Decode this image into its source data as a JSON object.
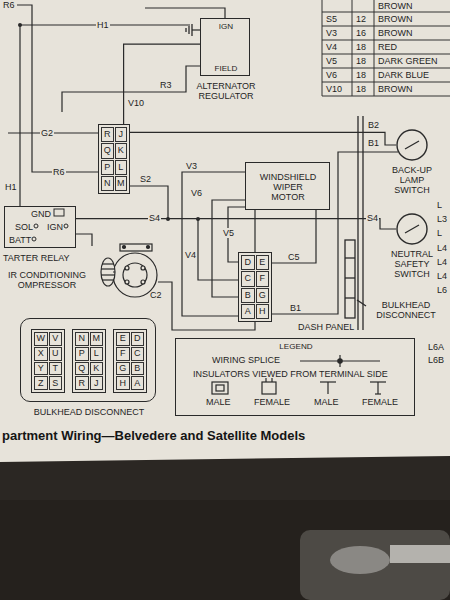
{
  "diagram": {
    "caption": "partment Wiring—Belvedere and Satellite Models",
    "nodes": [
      {
        "text": [
          "IGN",
          "FIELD",
          "ALTERNATOR REGULATOR"
        ]
      },
      {
        "text": [
          "R",
          "J",
          "Q",
          "K",
          "P",
          "L",
          "N",
          "M"
        ]
      },
      {
        "text": [
          "BACK-UP LAMP SWITCH"
        ]
      },
      {
        "text": [
          "WINDSHIELD WIPER MOTOR"
        ]
      },
      {
        "text": [
          "GND",
          "SOL",
          "IGN",
          "BATT",
          "TARTER RELAY"
        ]
      },
      {
        "text": [
          "NEUTRAL SAFETY SWITCH"
        ]
      },
      {
        "text": [
          "D",
          "E",
          "C",
          "F",
          "B",
          "G",
          "A",
          "H"
        ]
      },
      {
        "text": [
          "BULKHEAD DISCONNECT"
        ]
      },
      {
        "text": [
          "W",
          "V",
          "X",
          "U",
          "Y",
          "T",
          "Z",
          "S"
        ],
        "in": 7
      },
      {
        "text": [
          "N",
          "M",
          "P",
          "L",
          "Q",
          "K",
          "R",
          "J"
        ],
        "in": 7
      },
      {
        "text": [
          "E",
          "D",
          "F",
          "C",
          "G",
          "B",
          "H",
          "A"
        ],
        "in": 7
      },
      {
        "text": [
          "LEGEND"
        ]
      }
    ],
    "edges": [
      {
        "from": 3,
        "to": 6,
        "arrow": "none"
      },
      {
        "from": 1,
        "to": 0,
        "arrow": "none"
      },
      {
        "from": 4,
        "to": 5,
        "label": "S4",
        "arrow": "none"
      },
      {
        "from": 1,
        "to": 2,
        "arrow": "none"
      }
    ],
    "labels": [
      "R6",
      "H1",
      "R3",
      "V10",
      "G2",
      "R6",
      "S2",
      "H1",
      "S4",
      "V3",
      "V6",
      "V5",
      "V4",
      "C5",
      "B1",
      "C2",
      "B2",
      "B1",
      "DASH PANEL",
      "BULKHEAD DISCONNECT",
      "IR CONDITIONING OMPRESSOR",
      "INSULATORS VIEWED FROM TERMINAL SIDE",
      "L",
      "L3",
      "L",
      "L4",
      "L4",
      "L4",
      "L6",
      "L6A",
      "L6B",
      "BROWN",
      "S5",
      "12",
      "BROWN",
      "V3",
      "16",
      "BROWN",
      "V4",
      "18",
      "RED",
      "V5",
      "18",
      "DARK GREEN",
      "V6",
      "18",
      "DARK BLUE",
      "V10",
      "18",
      "BROWN"
    ],
    "legend": [
      {
        "text": "WIRING SPLICE"
      },
      {
        "text": "MALE"
      },
      {
        "text": "FEMALE"
      },
      {
        "text": "MALE"
      },
      {
        "text": "FEMALE"
      }
    ]
  }
}
